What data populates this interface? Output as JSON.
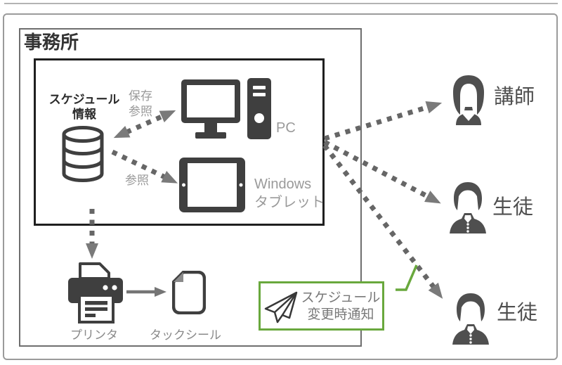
{
  "colors": {
    "accent_green": "#69a83d",
    "icon_dark": "#3f3f3f",
    "label_gray": "#9a9a9a",
    "person_gray": "#4f4f4f",
    "arrow_gray": "#666666"
  },
  "office": {
    "label": "事務所"
  },
  "server_area": {
    "schedule_db": {
      "line1": "スケジュール",
      "line2": "情報",
      "icon": "database-icon"
    },
    "save_ref_label": {
      "line1": "保存",
      "line2": "参照"
    },
    "pc": {
      "label": "PC",
      "icon": "desktop-pc-icon"
    },
    "ref_label": "参照",
    "tablet": {
      "line1": "Windows",
      "line2": "タブレット",
      "icon": "tablet-icon"
    }
  },
  "print_flow": {
    "printer": {
      "label": "プリンタ",
      "icon": "printer-icon"
    },
    "sticker": {
      "label": "タックシール",
      "icon": "document-icon"
    }
  },
  "notification_box": {
    "line1": "スケジュール",
    "line2": "変更時通知",
    "icon": "paper-plane-icon"
  },
  "people": {
    "teacher": {
      "label": "講師",
      "icon": "female-person-icon"
    },
    "student1": {
      "label": "生徒",
      "icon": "male-student-icon"
    },
    "student2": {
      "label": "生徒",
      "icon": "male-student-icon"
    }
  }
}
